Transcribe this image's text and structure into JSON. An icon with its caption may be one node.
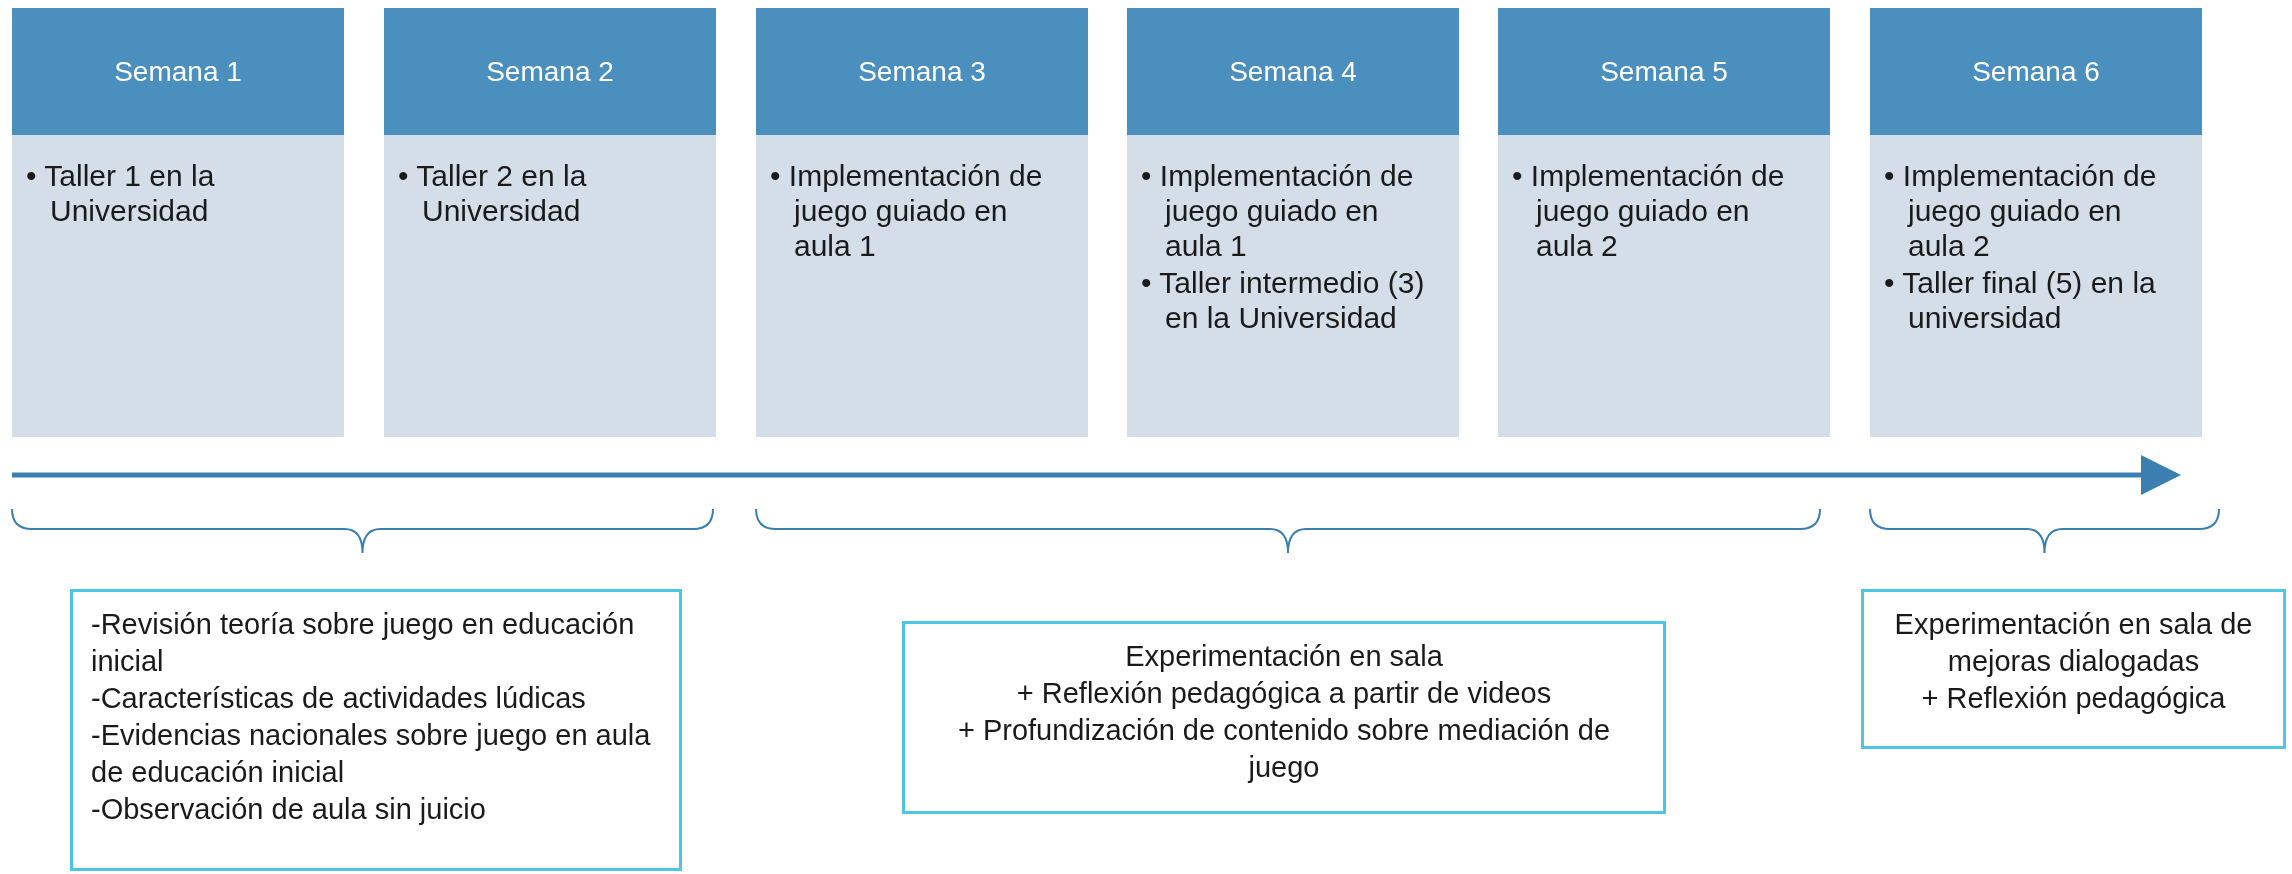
{
  "diagram": {
    "nodes": [
      {
        "text": [
          "Semana 1",
          "• Taller 1 en la Universidad"
        ]
      },
      {
        "text": [
          "Semana 2",
          "• Taller 2 en la Universidad"
        ]
      },
      {
        "text": [
          "Semana 3",
          "• Implementación de juego guiado en aula 1"
        ]
      },
      {
        "text": [
          "Semana 4",
          "• Implementación de juego guiado en aula 1",
          "• Taller intermedio (3) en la Universidad"
        ]
      },
      {
        "text": [
          "Semana 5",
          "• Implementación de juego guiado en aula 2"
        ]
      },
      {
        "text": [
          "Semana 6",
          "• Implementación de juego guiado en aula 2",
          "• Taller final (5) en la universidad"
        ]
      },
      {
        "text": [
          "-Revisión teoría sobre juego en educación inicial",
          "-Características de actividades lúdicas",
          "-Evidencias nacionales sobre juego en aula de educación inicial",
          "-Observación de aula sin juicio"
        ]
      },
      {
        "text": [
          "Experimentación en sala",
          "+ Reflexión pedagógica a partir de videos",
          "+ Profundización de contenido sobre mediación de juego"
        ]
      },
      {
        "text": [
          "Experimentación en sala de mejoras dialogadas",
          "+ Reflexión pedagógica"
        ]
      }
    ],
    "edges": []
  }
}
